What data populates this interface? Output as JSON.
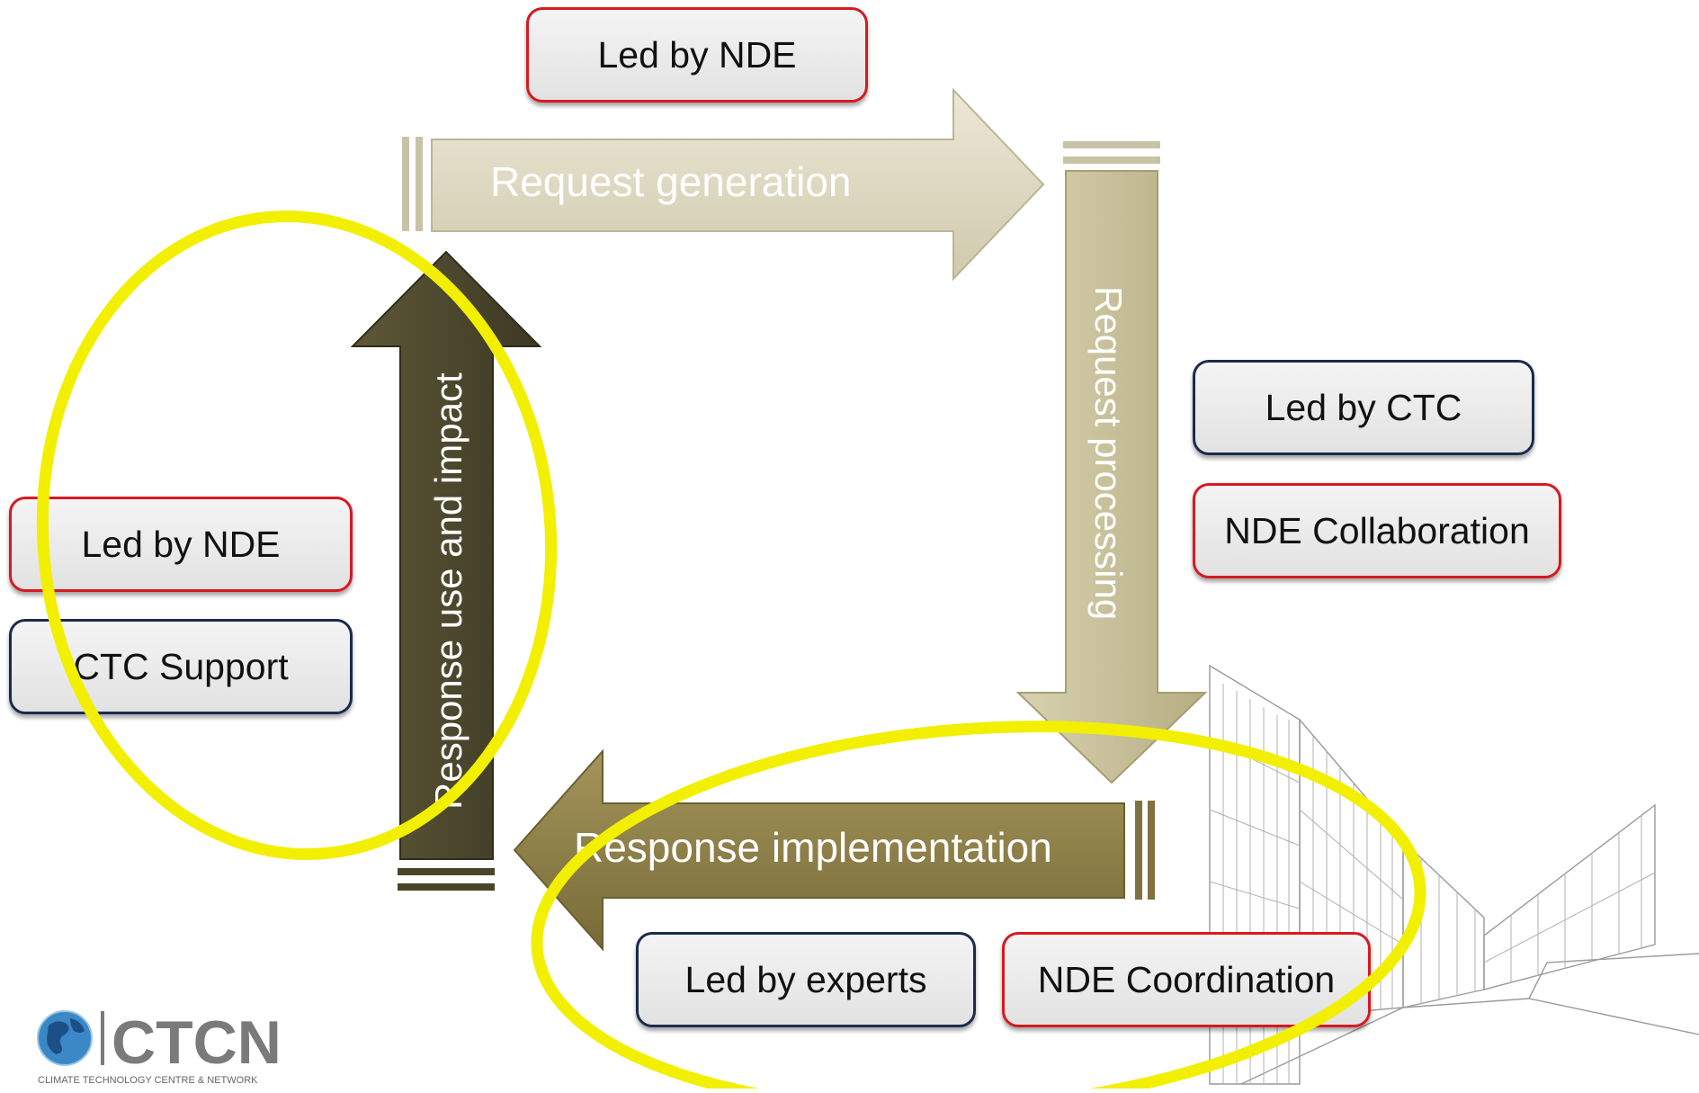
{
  "stages": {
    "request_generation": "Request generation",
    "request_processing": "Request processing",
    "response_implementation": "Response implementation",
    "response_use": "Response use and impact"
  },
  "roles": {
    "top": "Led by NDE",
    "right_lead": "Led by CTC",
    "right_collab": "NDE Collaboration",
    "left_lead": "Led by NDE",
    "left_support": "CTC Support",
    "bottom_lead": "Led by experts",
    "bottom_coord": "NDE Coordination"
  },
  "logo": {
    "name": "CTCN",
    "tagline": "CLIMATE TECHNOLOGY CENTRE & NETWORK",
    "icon": "globe-icon"
  },
  "colors": {
    "led_by_nde_border": "#d71920",
    "led_by_ctc_border": "#1b2b4d",
    "highlight": "#f2ef00",
    "arrow_generation": "#ddd8c2",
    "arrow_processing": "#c8c19a",
    "arrow_implementation": "#8a7b45",
    "arrow_use": "#4f4a30"
  }
}
